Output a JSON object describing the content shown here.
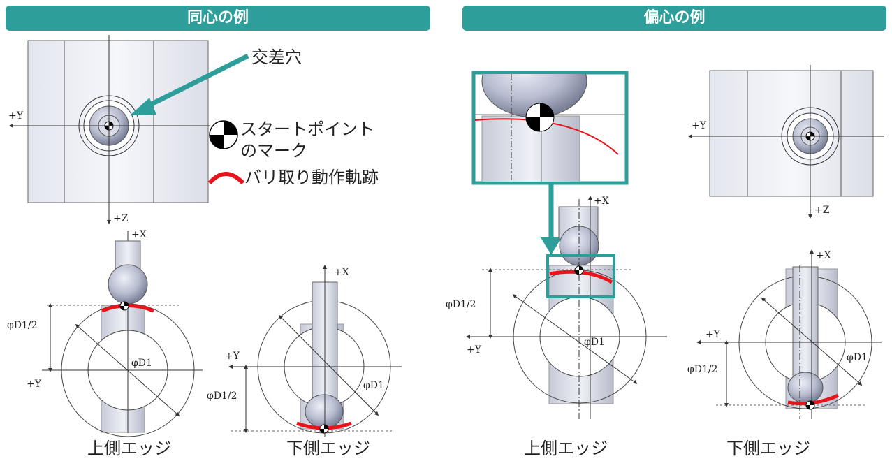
{
  "headers": {
    "left": "同心の例",
    "right": "偏心の例"
  },
  "callouts": {
    "cross_hole": "交差穴"
  },
  "legend": {
    "start_point_line1": "スタートポイント",
    "start_point_line2": "のマーク",
    "deburr_path": "バリ取り動作軌跡"
  },
  "axis_labels": {
    "plus_y": "+Y",
    "plus_z": "+Z",
    "plus_x": "+X"
  },
  "dimension_labels": {
    "radius": "φD1/2",
    "diameter": "φD1"
  },
  "captions": {
    "left_top_edge": "上側エッジ",
    "left_bottom_edge": "下側エッジ",
    "right_top_edge": "上側エッジ",
    "right_bottom_edge": "下側エッジ"
  },
  "colors": {
    "header_bg": "#2e9e9a",
    "deburr_path": "#e8141c",
    "accent": "#2e9e9a"
  }
}
